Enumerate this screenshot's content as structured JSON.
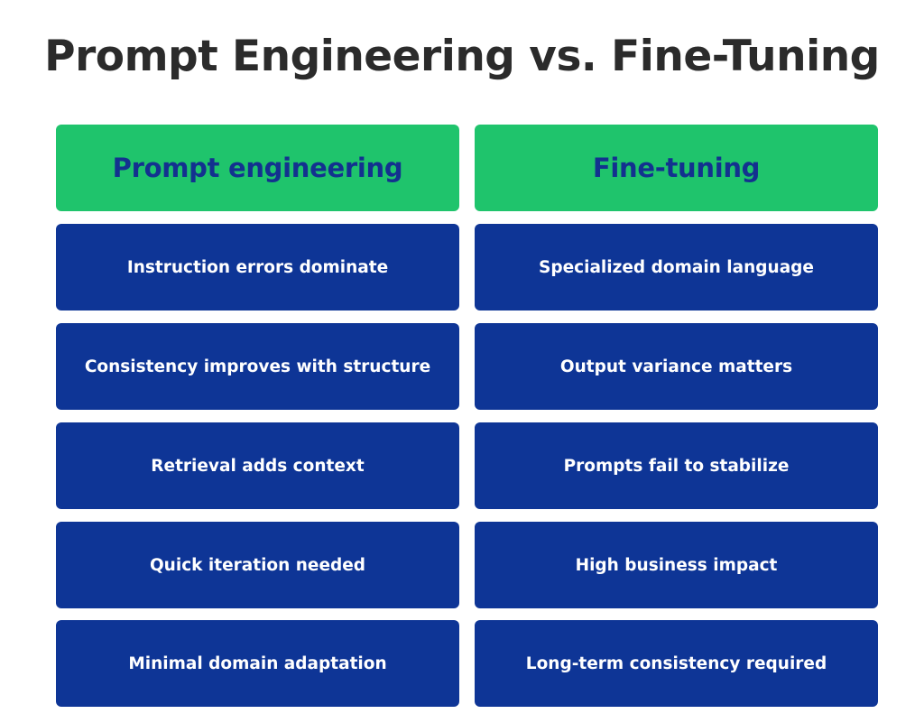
{
  "title": "Prompt Engineering vs. Fine-Tuning",
  "colors": {
    "header_background": "#1fc46c",
    "header_text": "#13318f",
    "cell_background": "#0e3596",
    "cell_text": "#ffffff",
    "title_text": "#2b2b2b"
  },
  "left_column": {
    "header": "Prompt engineering",
    "items": [
      "Instruction errors dominate",
      "Consistency improves with structure",
      "Retrieval adds context",
      "Quick iteration needed",
      "Minimal domain adaptation"
    ]
  },
  "right_column": {
    "header": "Fine-tuning",
    "items": [
      "Specialized domain language",
      "Output variance matters",
      "Prompts fail to stabilize",
      "High business impact",
      "Long-term consistency required"
    ]
  }
}
